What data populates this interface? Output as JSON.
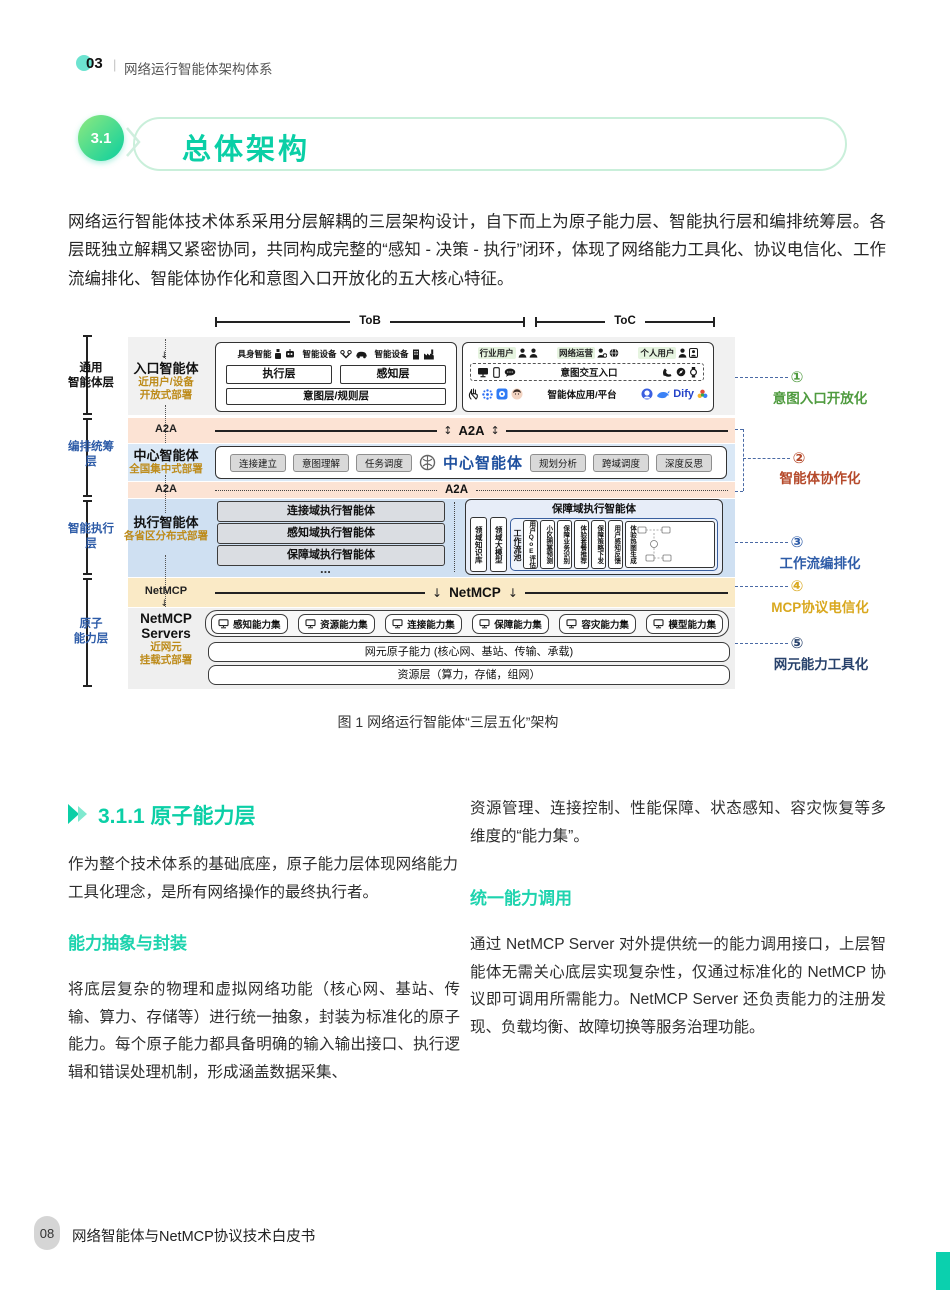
{
  "header": {
    "page_no": "03",
    "divider": "|",
    "title": "网络运行智能体架构体系"
  },
  "section": {
    "badge": "3.1",
    "title": "总体架构"
  },
  "intro": "网络运行智能体技术体系采用分层解耦的三层架构设计，自下而上为原子能力层、智能执行层和编排统筹层。各层既独立解耦又紧密协同，共同构成完整的“感知 - 决策 - 执行”闭环，体现了网络能力工具化、协议电信化、工作流编排化、智能体协作化和意图入口开放化的五大核心特征。",
  "diagram": {
    "caption": "图 1  网络运行智能体“三层五化”架构",
    "tob": "ToB",
    "toc": "ToC",
    "a2a": "A2A",
    "netmcp": "NetMCP",
    "ellipsis": "...",
    "arrows": {
      "updown": "↕",
      "down": "↓"
    },
    "rail": [
      {
        "l1": "通用",
        "l2": "智能体层"
      },
      {
        "l1": "编排统筹",
        "l2": "层"
      },
      {
        "l1": "智能执行",
        "l2": "层"
      },
      {
        "l1": "原子",
        "l2": "能力层"
      }
    ],
    "entities": {
      "entry": {
        "name": "入口智能体",
        "d1": "近用户/设备",
        "d2": "开放式部署"
      },
      "center": {
        "name": "中心智能体",
        "d1": "全国集中式部署"
      },
      "exec": {
        "name": "执行智能体",
        "d1": "各省区分布式部署"
      },
      "servers": {
        "name1": "NetMCP",
        "name2": "Servers",
        "d1": "近网元",
        "d2": "挂载式部署"
      }
    },
    "tob_box": {
      "g1": "具身智能",
      "g2": "智能设备",
      "g3": "智能设备",
      "exec": "执行层",
      "sense": "感知层",
      "intent": "意图层/规则层"
    },
    "toc_box": {
      "u1": "行业用户",
      "u2": "网络运营",
      "u3": "个人用户",
      "entry": "意图交互入口",
      "platform": "智能体应用/平台",
      "dify": "Dify"
    },
    "center_row": {
      "title": "中心智能体",
      "pills": [
        "连接建立",
        "意图理解",
        "任务调度",
        "规划分析",
        "跨域调度",
        "深度反思"
      ]
    },
    "exec_domains": [
      "连接域执行智能体",
      "感知域执行智能体",
      "保障域执行智能体"
    ],
    "guarantee": {
      "title": "保障域执行智能体",
      "kb": "领域知识库",
      "lm": "领域大模型",
      "pool": "工作流池",
      "steps": [
        "用户QoE评估",
        "小区拥塞预测",
        "保障业务识别",
        "体验套餐推荐",
        "保障策略下发",
        "用户感知反馈"
      ],
      "heatmap": "体验热图生成"
    },
    "capabilities": [
      "感知能力集",
      "资源能力集",
      "连接能力集",
      "保障能力集",
      "容灾能力集",
      "模型能力集"
    ],
    "atomic_bar": "网元原子能力 (核心网、基站、传输、承载)",
    "resource_bar": "资源层（算力，存储，组网）",
    "annotations": [
      {
        "num": "①",
        "label": "意图入口开放化"
      },
      {
        "num": "②",
        "label": "智能体协作化"
      },
      {
        "num": "③",
        "label": "工作流编排化"
      },
      {
        "num": "④",
        "label": "MCP协议电信化"
      },
      {
        "num": "⑤",
        "label": "网元能力工具化"
      }
    ]
  },
  "body": {
    "s311": {
      "title": "3.1.1 原子能力层",
      "p1": "作为整个技术体系的基础底座，原子能力层体现网络能力工具化理念，是所有网络操作的最终执行者。"
    },
    "left": {
      "h": "能力抽象与封装",
      "p": "将底层复杂的物理和虚拟网络功能（核心网、基站、传输、算力、存储等）进行统一抽象，封装为标准化的原子能力。每个原子能力都具备明确的输入输出接口、执行逻辑和错误处理机制，形成涵盖数据采集、"
    },
    "right": {
      "p0": "资源管理、连接控制、性能保障、状态感知、容灾恢复等多维度的“能力集”。",
      "h": "统一能力调用",
      "p": "通过 NetMCP Server 对外提供统一的能力调用接口，上层智能体无需关心底层实现复杂性，仅通过标准化的 NetMCP 协议即可调用所需能力。NetMCP Server 还负责能力的注册发现、负载均衡、故障切换等服务治理功能。"
    }
  },
  "footer": {
    "page_no": "08",
    "title": "网络智能体与NetMCP协议技术白皮书"
  },
  "colors": {
    "accent": "#0ACFAD",
    "deploy_orange": "#BD8B1A",
    "center_blue": "#1D4F9E",
    "ann1": "#4F9B3F",
    "ann2": "#B5492A",
    "ann3": "#2E5CA8",
    "ann4": "#D9A81F",
    "ann5": "#27416B"
  }
}
